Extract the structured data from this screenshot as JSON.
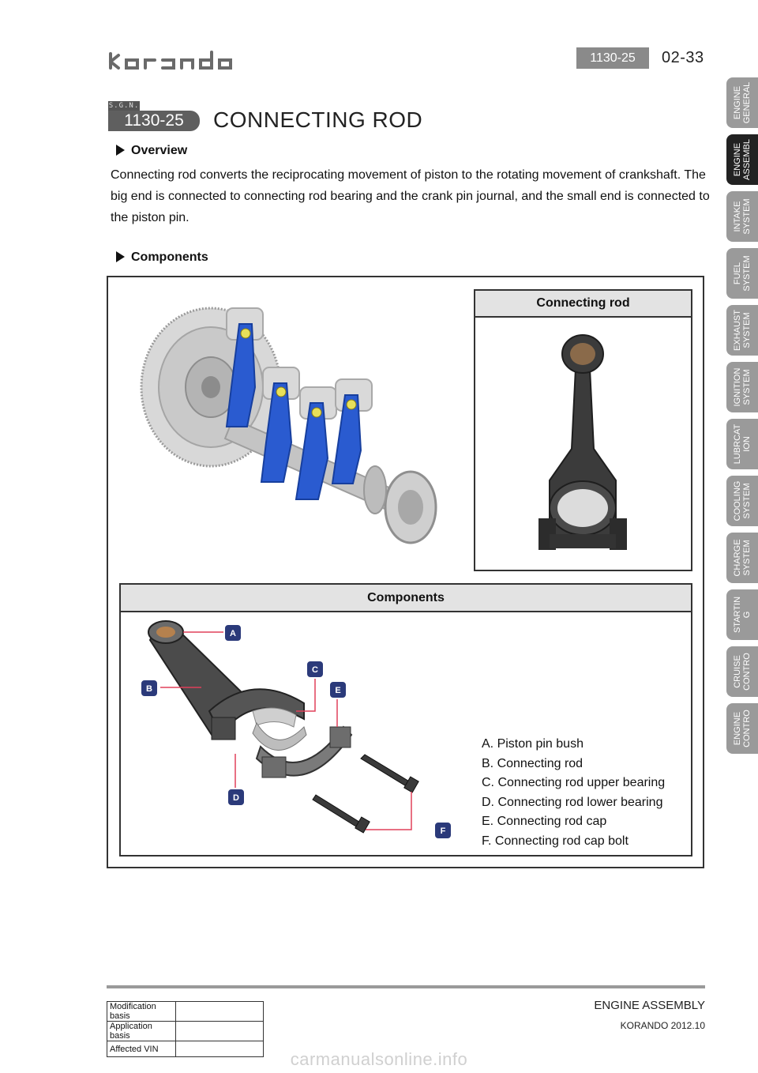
{
  "header": {
    "brand": "korando",
    "code": "1130-25",
    "page_number": "02-33"
  },
  "title_block": {
    "sgn": "S.G.N.",
    "code": "1130-25",
    "title": "CONNECTING ROD"
  },
  "overview": {
    "heading": "Overview",
    "text": "Connecting rod converts the reciprocating movement of piston to the rotating movement of crankshaft. The big end is connected to connecting rod bearing and the crank pin journal, and the small end is connected to the piston pin."
  },
  "components_section": {
    "heading": "Components"
  },
  "figure": {
    "rod_panel_title": "Connecting rod",
    "components_panel_title": "Components",
    "callouts": [
      "A",
      "B",
      "C",
      "D",
      "E",
      "F"
    ],
    "legend": [
      "A. Piston pin bush",
      "B. Connecting rod",
      "C. Connecting rod upper bearing",
      "D. Connecting rod lower bearing",
      "E. Connecting rod cap",
      "F. Connecting rod cap bolt"
    ]
  },
  "sidebar": {
    "tabs": [
      {
        "label": "ENGINE\nGENERAL",
        "active": false
      },
      {
        "label": "ENGINE\nASSEMBL",
        "active": true
      },
      {
        "label": "INTAKE\nSYSTEM",
        "active": false
      },
      {
        "label": "FUEL\nSYSTEM",
        "active": false
      },
      {
        "label": "EXHAUST\nSYSTEM",
        "active": false
      },
      {
        "label": "IGNITION\nSYSTEM",
        "active": false
      },
      {
        "label": "LUBRCAT\nION",
        "active": false
      },
      {
        "label": "COOLING\nSYSTEM",
        "active": false
      },
      {
        "label": "CHARGE\nSYSTEM",
        "active": false
      },
      {
        "label": "STARTIN\nG",
        "active": false
      },
      {
        "label": "CRUISE\nCONTRO",
        "active": false
      },
      {
        "label": "ENGINE\nCONTRO",
        "active": false
      }
    ]
  },
  "footer": {
    "rows": [
      {
        "label": "Modification basis",
        "value": ""
      },
      {
        "label": "Application basis",
        "value": ""
      },
      {
        "label": "Affected VIN",
        "value": ""
      }
    ],
    "section": "ENGINE ASSEMBLY",
    "model_date": "KORANDO 2012.10"
  },
  "watermark": "carmanualsonline.info",
  "colors": {
    "rod_blue": "#2a5bd0",
    "active_tab": "#222222",
    "inactive_tab": "#9a9a9a",
    "callout_navy": "#2b3a7a",
    "callout_line": "#e0405a"
  }
}
